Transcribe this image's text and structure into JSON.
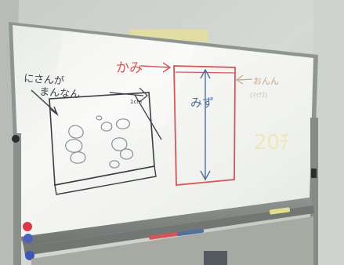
{
  "labels": {
    "top_left_line1": "にさんが",
    "top_left_line2": "まんなん",
    "kami": "かみ",
    "mizu": "みず",
    "right_line1": "おんん",
    "right_line2": "(ﾏｲﾅｽ)",
    "scale_mark": "1cm",
    "big_number": "20ﾁ"
  },
  "colors": {
    "wall": "#d8dcd6",
    "board": "#f3f5f1",
    "frame": "#8e9693",
    "black_marker": "#3b3e46",
    "red_marker": "#d7555a",
    "blue_marker": "#4f6f9f",
    "yellow_marker": "#e3de8e"
  }
}
